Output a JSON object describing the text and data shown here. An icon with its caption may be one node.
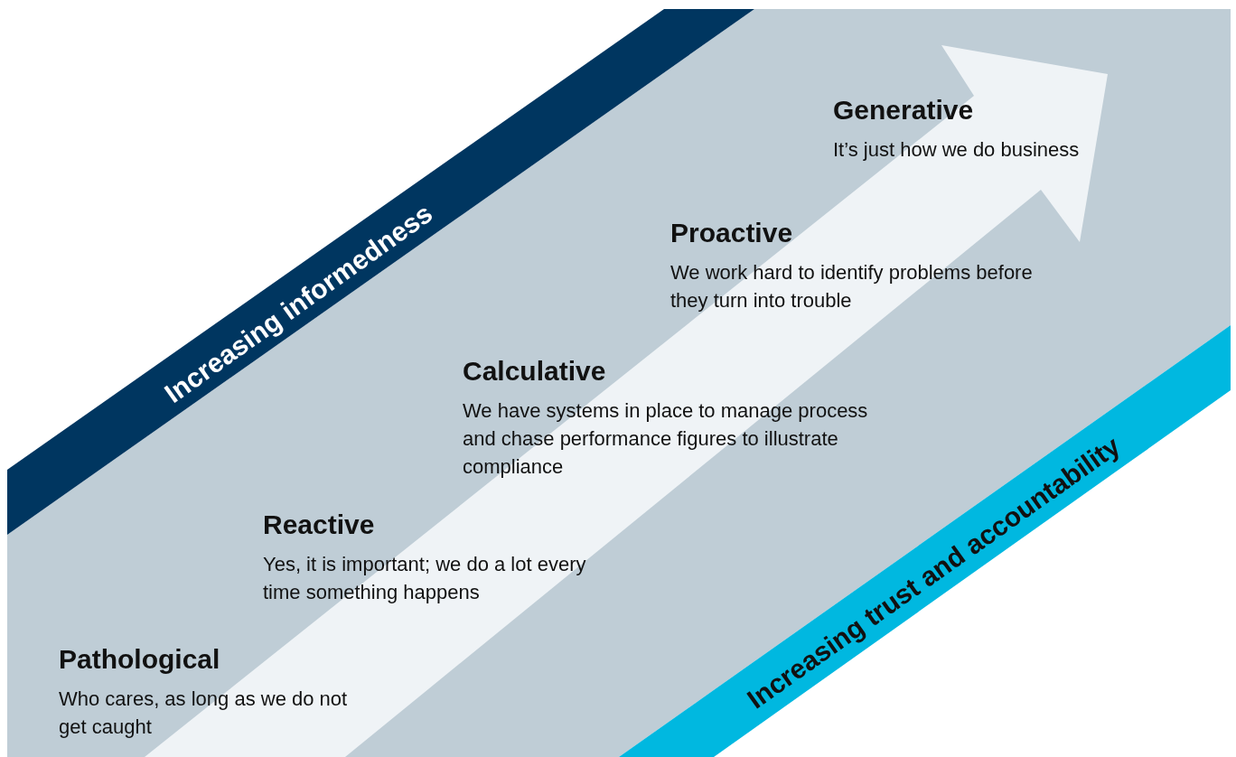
{
  "diagram": {
    "nodes": [
      {
        "text": [
          "Pathological",
          "Who cares, as long as we do not get caught"
        ]
      },
      {
        "text": [
          "Reactive",
          "Yes, it is important; we do a lot every time something happens"
        ]
      },
      {
        "text": [
          "Calculative",
          "We have systems in place to manage process and chase performance figures to illustrate compliance"
        ]
      },
      {
        "text": [
          "Proactive",
          "We work hard to identify problems before they turn into trouble"
        ]
      },
      {
        "text": [
          "Generative",
          "It’s just how we do business"
        ]
      }
    ],
    "labels": [
      "Increasing informedness",
      "Increasing trust and accountability"
    ]
  }
}
